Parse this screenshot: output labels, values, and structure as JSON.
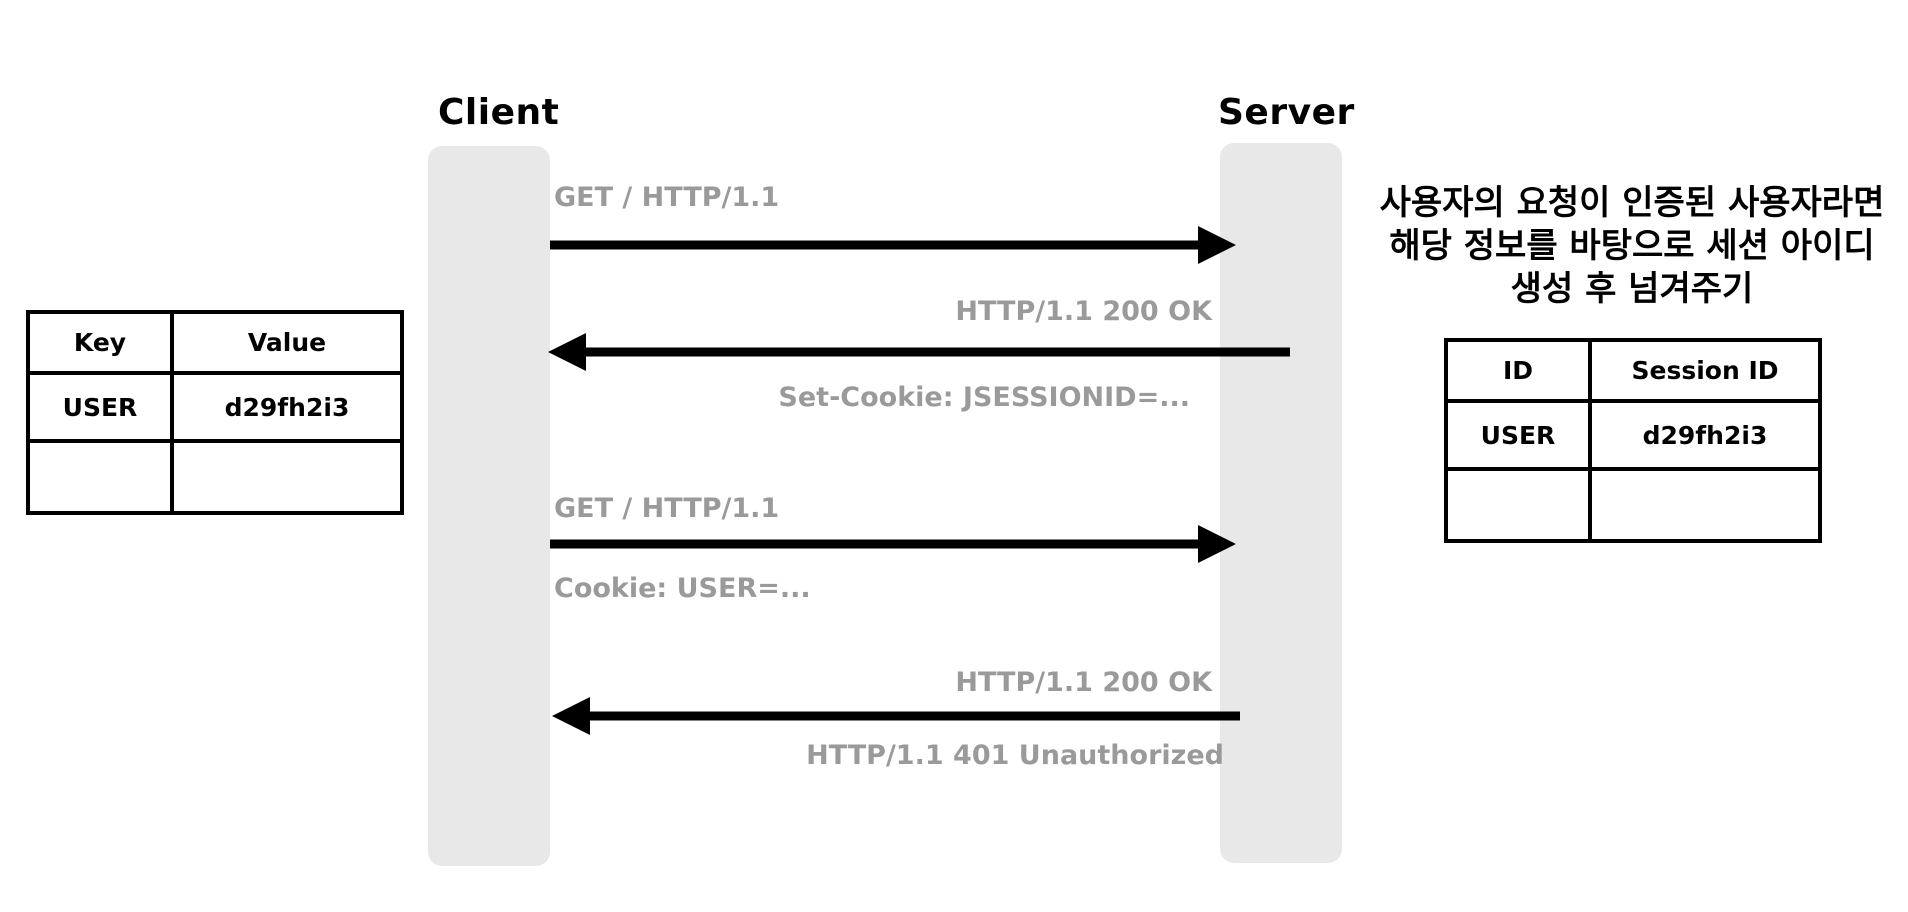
{
  "lanes": {
    "client_label": "Client",
    "server_label": "Server"
  },
  "messages": [
    {
      "text": "GET / HTTP/1.1",
      "direction": "client-to-server"
    },
    {
      "text": "HTTP/1.1 200 OK",
      "direction": "server-to-client",
      "sub": "Set-Cookie: JSESSIONID=..."
    },
    {
      "text": "GET / HTTP/1.1",
      "direction": "client-to-server",
      "sub": "Cookie: USER=..."
    },
    {
      "text": "HTTP/1.1 200 OK",
      "direction": "server-to-client",
      "sub": "HTTP/1.1 401 Unauthorized"
    }
  ],
  "server_note": {
    "line1": "사용자의 요청이 인증된 사용자라면",
    "line2": "해당 정보를 바탕으로 세션 아이디",
    "line3": "생성 후 넘겨주기"
  },
  "client_table": {
    "headers": [
      "Key",
      "Value"
    ],
    "rows": [
      [
        "USER",
        "d29fh2i3"
      ],
      [
        "",
        ""
      ]
    ]
  },
  "server_table": {
    "headers": [
      "ID",
      "Session ID"
    ],
    "rows": [
      [
        "USER",
        "d29fh2i3"
      ],
      [
        "",
        ""
      ]
    ]
  },
  "colors": {
    "lane": "#e8e8e8",
    "label": "#9a9a9a",
    "arrow": "#000000"
  }
}
